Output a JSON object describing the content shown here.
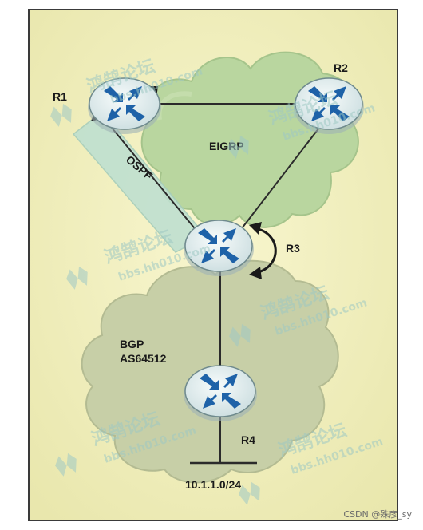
{
  "routers": {
    "r1": {
      "label": "R1"
    },
    "r2": {
      "label": "R2"
    },
    "r3": {
      "label": "R3"
    },
    "r4": {
      "label": "R4"
    }
  },
  "areas": {
    "eigrp": {
      "label": "EIGRP"
    },
    "ospf": {
      "label": "OSPF"
    },
    "bgp": {
      "label": "BGP",
      "asn": "AS64512"
    }
  },
  "network": {
    "label": "10.1.1.0/24"
  },
  "watermark": {
    "brand": "鸿鹄论坛",
    "site": "bbs.hh010.com"
  },
  "footer": {
    "text": "CSDN @殊彦_sy"
  },
  "colors": {
    "background": "#f3f1bf",
    "eigrp_cloud": "#b9d69f",
    "bgp_cloud": "#c7cfa7",
    "ospf_band": "#bfe0d0",
    "router_fill": "#e9f2f2",
    "router_arrow": "#1e62a8",
    "link": "#2b2b2b"
  }
}
